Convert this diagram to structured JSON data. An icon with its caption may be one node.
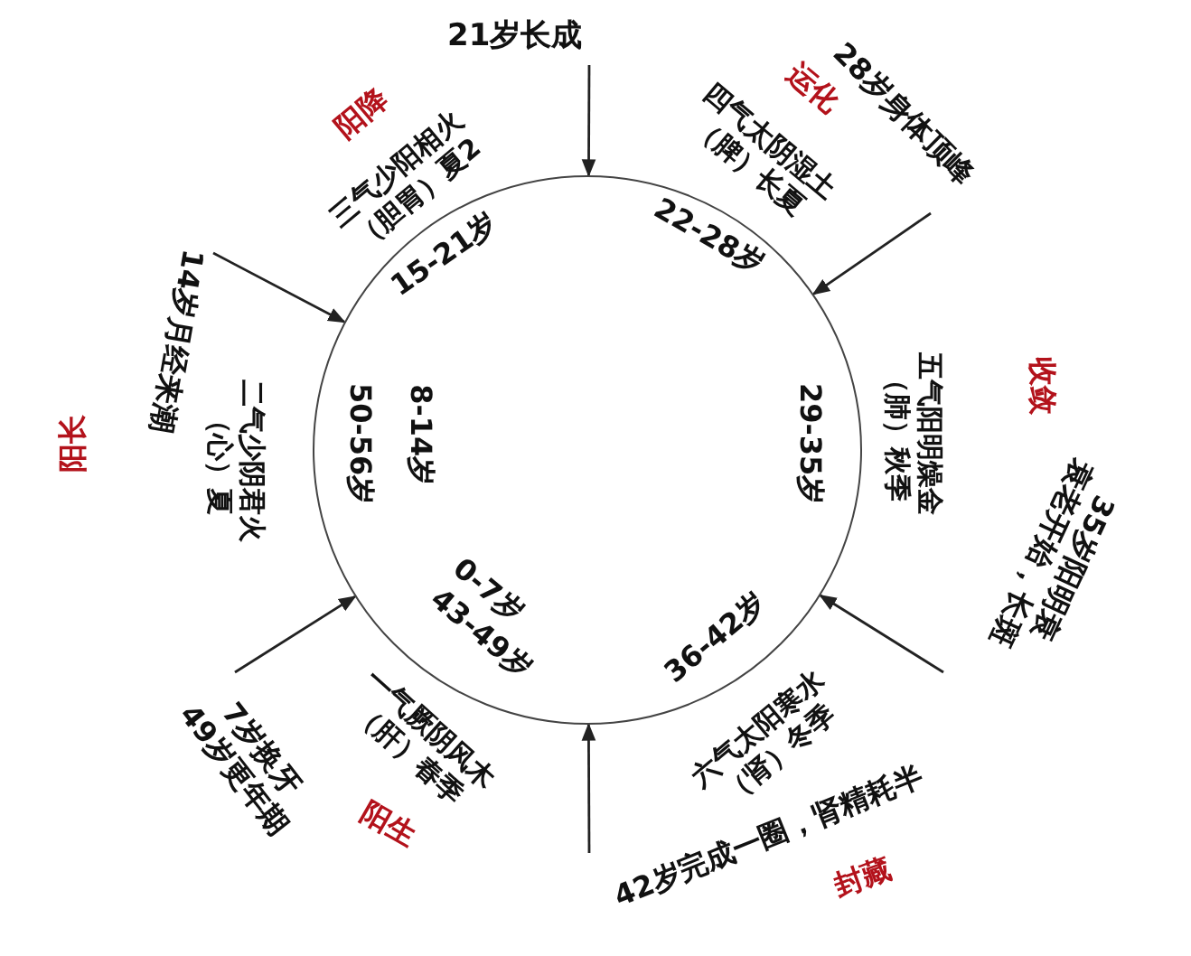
{
  "diagram": {
    "nodes": [
      {
        "text": [],
        "shape": "circle"
      },
      {
        "text": [
          "21岁长成"
        ]
      },
      {
        "text": [
          "28岁身体顶峰"
        ]
      },
      {
        "text": [
          "35岁阳明衰",
          "衰老开始，长斑"
        ]
      },
      {
        "text": [
          "42岁完成一圈，肾精耗半"
        ]
      },
      {
        "text": [
          "7岁换牙",
          "49岁更年期"
        ]
      },
      {
        "text": [
          "14岁月经来潮"
        ]
      }
    ],
    "edges": [
      {
        "from": 1,
        "to": 0,
        "arrow": "to"
      },
      {
        "from": 2,
        "to": 0,
        "arrow": "to"
      },
      {
        "from": 3,
        "to": 0,
        "arrow": "to"
      },
      {
        "from": 4,
        "to": 0,
        "arrow": "to"
      },
      {
        "from": 5,
        "to": 0,
        "arrow": "to"
      },
      {
        "from": 6,
        "to": 0,
        "arrow": "to"
      }
    ],
    "labels": [
      "阳降",
      "运化",
      "三气少阳相火（胆胃）夏2",
      "四气太阴湿土（脾）长夏",
      "15-21岁",
      "22-28岁",
      "五气阳明燥金（肺）秋季",
      "收敛",
      "50-56岁",
      "8-14岁",
      "29-35岁",
      "二气少阴君火（心）夏",
      "阳长",
      "0-7岁",
      "43-49岁",
      "36-42岁",
      "一气厥阴风木（肝）春季",
      "六气太阳寒水（肾）冬季",
      "阳生",
      "封藏"
    ]
  }
}
